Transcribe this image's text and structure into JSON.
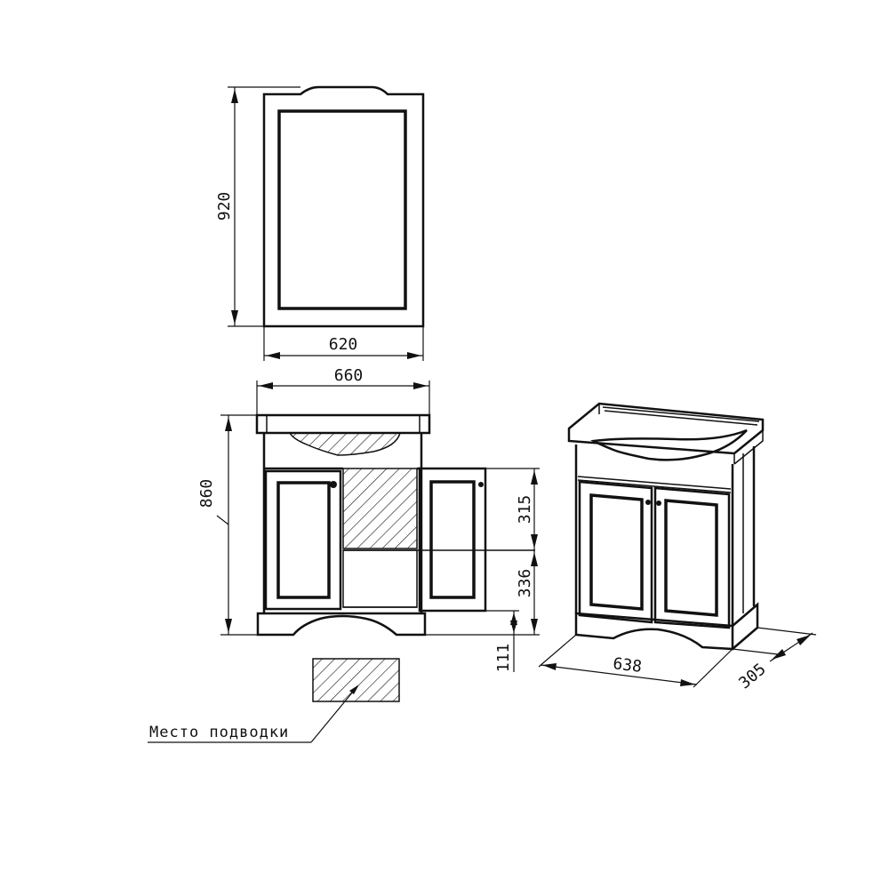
{
  "dimensions": {
    "mirror_height": "920",
    "mirror_width": "620",
    "cabinet_width": "660",
    "cabinet_height": "860",
    "upper_section": "315",
    "lower_section": "336",
    "plinth_height": "111",
    "iso_width": "638",
    "iso_depth": "305"
  },
  "labels": {
    "connection_point": "Место подводки"
  },
  "colors": {
    "line": "#111111",
    "background": "#ffffff"
  }
}
